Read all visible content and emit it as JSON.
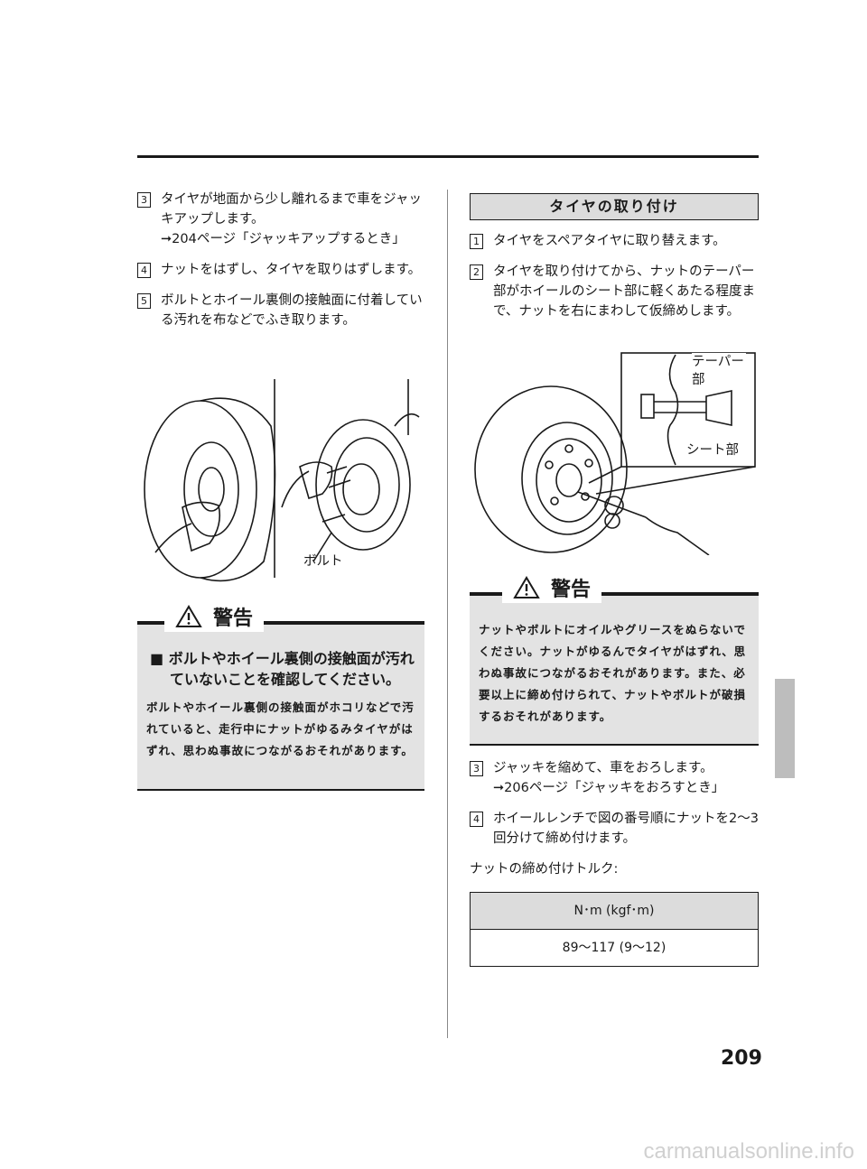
{
  "left": {
    "steps": [
      {
        "num": "3",
        "text": "タイヤが地面から少し離れるまで車をジャッキアップします。",
        "ref": "➞204ページ「ジャッキアップするとき」"
      },
      {
        "num": "4",
        "text": "ナットをはずし、タイヤを取りはずします。"
      },
      {
        "num": "5",
        "text": "ボルトとホイール裏側の接触面に付着している汚れを布などでふき取ります。"
      }
    ],
    "illustration_label": "ボルト",
    "warning": {
      "title": "警告",
      "subtitle": "■ ボルトやホイール裏側の接触面が汚れていないことを確認してください。",
      "text": "ボルトやホイール裏側の接触面がホコリなどで汚れていると、走行中にナットがゆるみタイヤがはずれ、思わぬ事故につながるおそれがあります。"
    }
  },
  "right": {
    "section_title": "タイヤの取り付け",
    "steps": [
      {
        "num": "1",
        "text": "タイヤをスペアタイヤに取り替えます。"
      },
      {
        "num": "2",
        "text": "タイヤを取り付けてから、ナットのテーパー部がホイールのシート部に軽くあたる程度まで、ナットを右にまわして仮締めします。"
      }
    ],
    "illustration_labels": {
      "taper": "テーパー部",
      "seat": "シート部"
    },
    "warning": {
      "title": "警告",
      "text": "ナットやボルトにオイルやグリースをぬらないでください。ナットがゆるんでタイヤがはずれ、思わぬ事故につながるおそれがあります。また、必要以上に締め付けられて、ナットやボルトが破損するおそれがあります。"
    },
    "steps2": [
      {
        "num": "3",
        "text": "ジャッキを縮めて、車をおろします。",
        "ref": "➞206ページ「ジャッキをおろすとき」"
      },
      {
        "num": "4",
        "text": "ホイールレンチで図の番号順にナットを2〜3回分けて締め付けます。"
      }
    ],
    "torque_label": "ナットの締め付けトルク:",
    "torque_table": {
      "header": "N･m (kgf･m)",
      "value": "89〜117 (9〜12)"
    }
  },
  "page_number": "209",
  "footer": "carmanualsonline.info"
}
